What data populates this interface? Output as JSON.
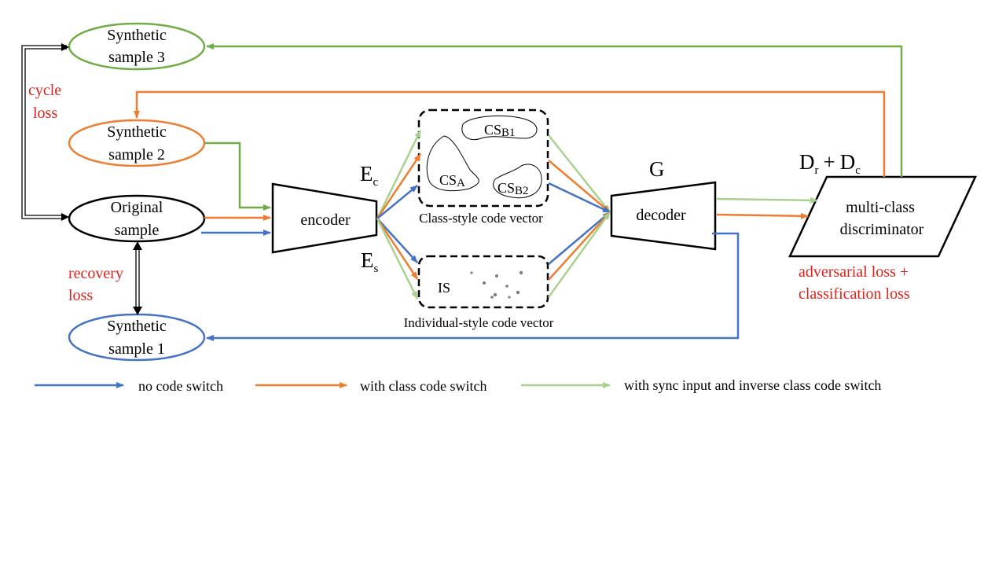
{
  "colors": {
    "blue": "#4472c4",
    "orange": "#ed7d31",
    "green": "#70ad47",
    "light_green": "#a9d18e",
    "loss_red": "#e0201b",
    "black": "#000000"
  },
  "nodes": {
    "synthetic3": {
      "line1": "Synthetic",
      "line2": "sample 3"
    },
    "synthetic2": {
      "line1": "Synthetic",
      "line2": "sample 2"
    },
    "original": {
      "line1": "Original",
      "line2": "sample"
    },
    "synthetic1": {
      "line1": "Synthetic",
      "line2": "sample 1"
    },
    "encoder": "encoder",
    "decoder": "decoder",
    "discriminator": {
      "line1": "multi-class",
      "line2": "discriminator"
    }
  },
  "symbols": {
    "ec_base": "E",
    "ec_sub": "c",
    "es_base": "E",
    "es_sub": "s",
    "g": "G",
    "dr_base": "D",
    "dr_sub": "r",
    "plus": "+",
    "dc_base": "D",
    "dc_sub": "c"
  },
  "code_vectors": {
    "class_style": {
      "label": "Class-style  code  vector",
      "csb1_base": "CS",
      "csb1_sub": "B1",
      "csa_base": "CS",
      "csa_sub": "A",
      "csb2_base": "CS",
      "csb2_sub": "B2"
    },
    "individual_style": {
      "label": "Individual-style  code  vector",
      "is": "IS"
    }
  },
  "losses": {
    "cycle_line1": "cycle",
    "cycle_line2": "loss",
    "recovery_line1": "recovery",
    "recovery_line2": "loss",
    "adv_line1": "adversarial loss +",
    "adv_line2": "classification loss"
  },
  "legend": [
    {
      "label": "no code switch",
      "color": "blue"
    },
    {
      "label": "with class code switch",
      "color": "orange"
    },
    {
      "label": "with sync  input  and  inverse class code switch",
      "color": "light_green"
    }
  ]
}
